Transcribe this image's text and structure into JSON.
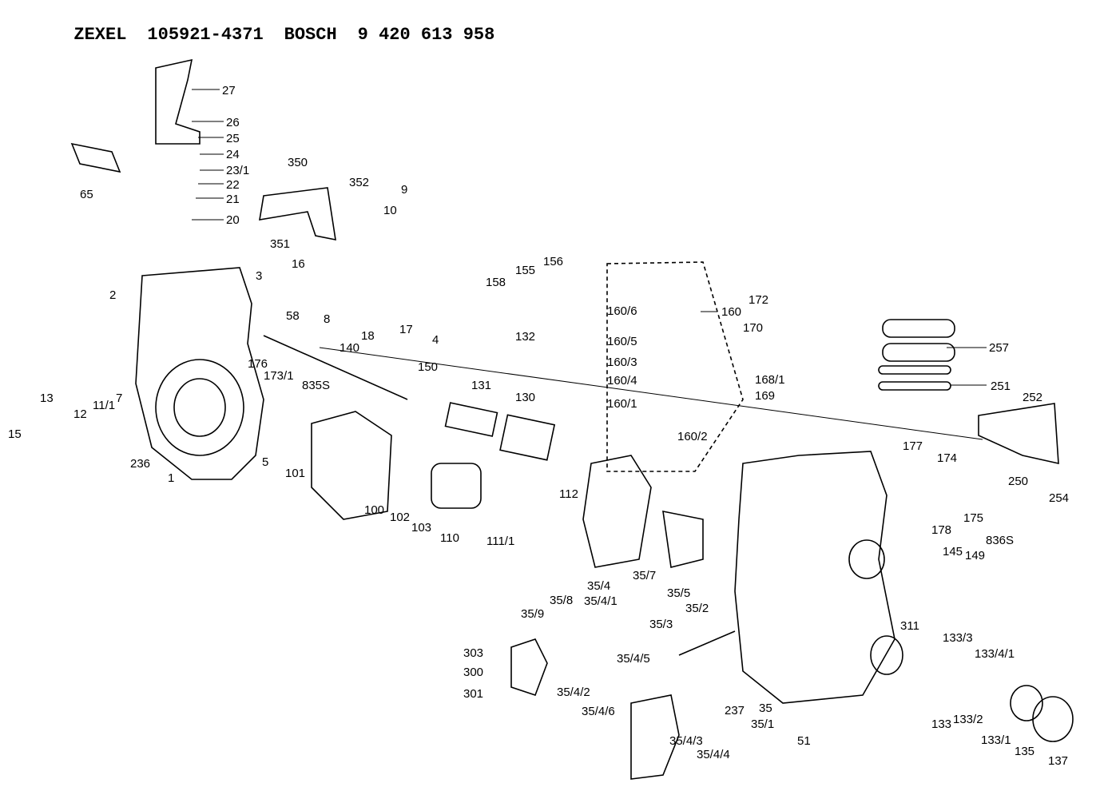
{
  "header": {
    "brand1": "ZEXEL",
    "part1": "105921-4371",
    "brand2": "BOSCH",
    "part2": "9 420 613 958"
  },
  "labels": [
    "27",
    "26",
    "25",
    "24",
    "23/1",
    "22",
    "21",
    "20",
    "65",
    "350",
    "352",
    "351",
    "9",
    "10",
    "2",
    "16",
    "3",
    "58",
    "8",
    "18",
    "17",
    "156",
    "155",
    "158",
    "132",
    "4",
    "140",
    "160",
    "160/6",
    "160/5",
    "160/3",
    "160/4",
    "160/1",
    "160/2",
    "172",
    "170",
    "168/1",
    "169",
    "257",
    "251",
    "252",
    "250",
    "254",
    "15",
    "13",
    "12",
    "11/1",
    "7",
    "236",
    "1",
    "176",
    "173/1",
    "835S",
    "5",
    "101",
    "100",
    "102",
    "103",
    "110",
    "150",
    "131",
    "130",
    "111/1",
    "112",
    "35/4",
    "35/4/1",
    "35/7",
    "35/5",
    "35/8",
    "35/9",
    "177",
    "174",
    "178",
    "175",
    "836S",
    "145",
    "149",
    "311",
    "35/3",
    "35/2",
    "303",
    "300",
    "301",
    "35/4/5",
    "35/4/2",
    "35/4/6",
    "35/4/3",
    "35/4/4",
    "237",
    "35",
    "35/1",
    "51",
    "133/3",
    "133/4/1",
    "133",
    "133/2",
    "133/1",
    "135",
    "137"
  ]
}
